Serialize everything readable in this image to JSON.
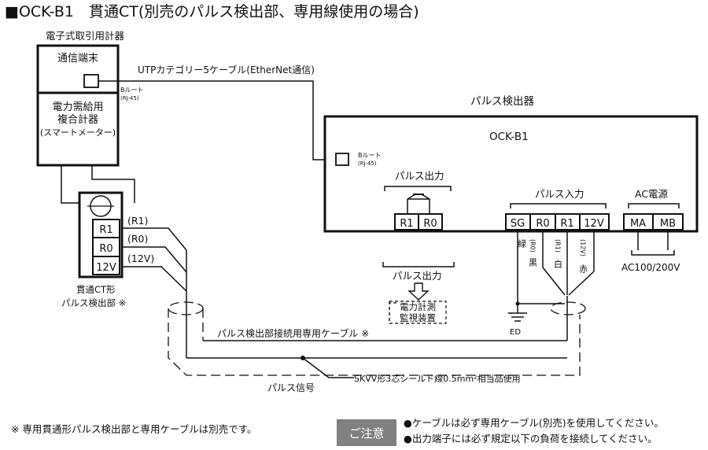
{
  "title": "■OCK-B1　貫通CT(別売のパルス検出部、専用線使用の場合)",
  "meter": {
    "caption": "電子式取引用計器",
    "comm_terminal": "通信端末",
    "smart_meter_l1": "電力需給用",
    "smart_meter_l2": "複合計器",
    "smart_meter_l3": "(スマートメーター)"
  },
  "cable_utp": "UTPカテゴリー5ケーブル(EtherNet通信)",
  "b_route": "Bルート",
  "rj45": "(RJ-45)",
  "detector": {
    "caption": "パルス検出器",
    "model": "OCK-B1",
    "pulse_out": "パルス出力",
    "pulse_in": "パルス入力",
    "ac_power": "AC電源",
    "out_terminals": [
      "R1",
      "R0"
    ],
    "in_terminals": [
      "SG",
      "R0",
      "R1",
      "12V"
    ],
    "ac_terminals": [
      "MA",
      "MB"
    ],
    "ac_voltage": "AC100/200V"
  },
  "wire_colors": {
    "green": "緑",
    "black": "黒",
    "black_sub": "(R0)",
    "white": "白",
    "white_sub": "(R1)",
    "red": "赤",
    "red_sub": "(12V)"
  },
  "ground": "ED",
  "ct": {
    "terminals": [
      "R1",
      "R0",
      "12V"
    ],
    "leads": [
      "(R1)",
      "(R0)",
      "(12V)"
    ],
    "label_l1": "貫通CT形",
    "label_l2": "パルス検出部 ※"
  },
  "pulse_output_device": {
    "label": "パルス出力",
    "device_l1": "電力計測",
    "device_l2": "監視装置"
  },
  "dedicated_cable": "パルス検出部接続用専用ケーブル ※",
  "pulse_signal": "パルス信号",
  "shield_cable": "SKVV形3芯シールド線0.5mm²相当品使用",
  "footnote": "※ 専用貫通形パルス検出部と専用ケーブルは別売です。",
  "caution_label": "ご注意",
  "cautions": [
    "●ケーブルは必ず専用ケーブル(別売)を使用してください。",
    "●出力端子には必ず規定以下の負荷を接続してください。"
  ]
}
